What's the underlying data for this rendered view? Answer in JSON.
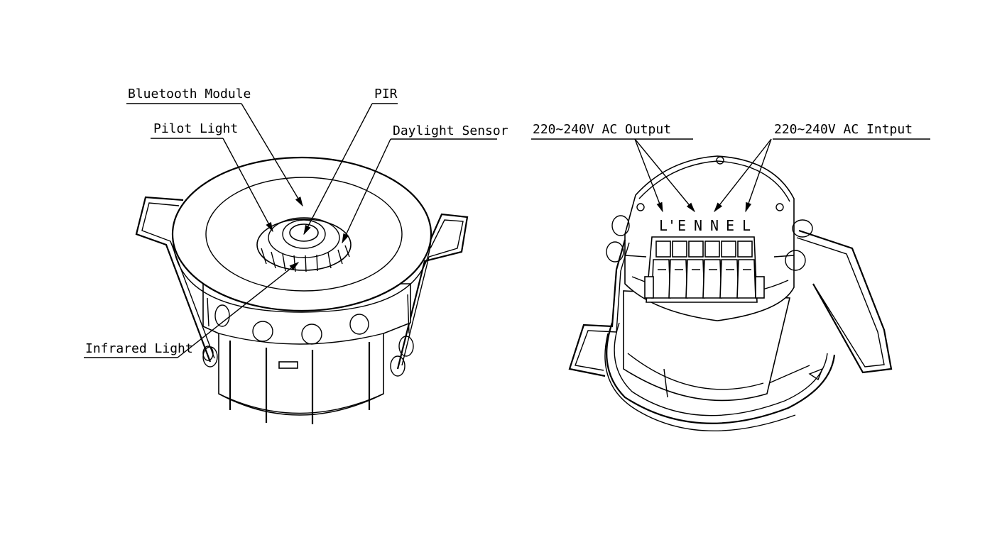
{
  "labels": {
    "bluetooth_module": "Bluetooth Module",
    "pir": "PIR",
    "pilot_light": "Pilot Light",
    "daylight_sensor": "Daylight Sensor",
    "infrared_light": "Infrared Light",
    "ac_output": "220~240V AC Output",
    "ac_input": "220~240V AC Intput"
  },
  "terminals": [
    "L'",
    "E",
    "N",
    "N",
    "E",
    "L"
  ],
  "colors": {
    "line": "#000000",
    "background": "#ffffff"
  }
}
